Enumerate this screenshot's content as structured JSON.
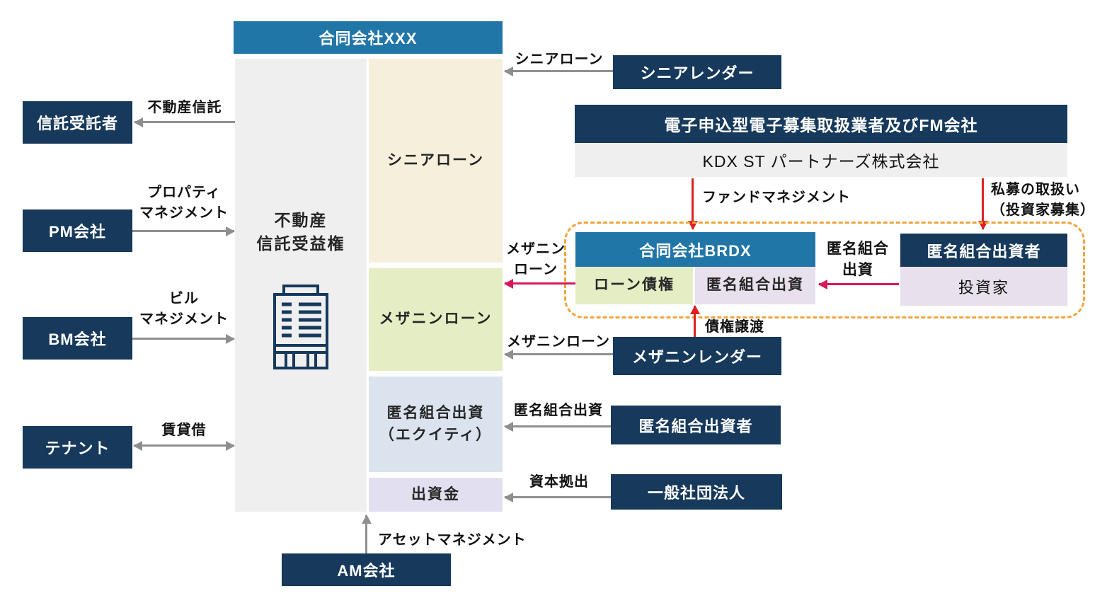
{
  "colors": {
    "teal_header": "#2176A8",
    "navy_box": "#16395C",
    "beige_senior_section": "#F5EFDC",
    "green_mezzanine_section": "#E5EDC5",
    "blue_equity_section": "#DAE3EE",
    "lavender_capital_section": "#E2E0F0",
    "lavender_tk_box": "#E8E1ED",
    "gray_panel": "#EFEFEF",
    "gray_arrow": "#8F8F8F",
    "red_arrow": "#E02020",
    "crimson_arrow": "#D6195B",
    "orange_dashed_border": "#F2A43C"
  },
  "spv": {
    "title": "合同会社XXX",
    "asset_label": "不動産\n信託受益権",
    "building_icon": "building-icon",
    "sections": {
      "senior": "シニアローン",
      "mezzanine": "メザニンローン",
      "equity": "匿名組合出資\n（エクイティ）",
      "capital": "出資金"
    }
  },
  "left_column": {
    "trustee": {
      "label": "信託受託者",
      "arrow_label": "不動産信託"
    },
    "pm": {
      "label": "PM会社",
      "arrow_label": "プロパティ\nマネジメント"
    },
    "bm": {
      "label": "BM会社",
      "arrow_label": "ビル\nマネジメント"
    },
    "tenant": {
      "label": "テナント",
      "arrow_label": "賃貸借"
    }
  },
  "right_column": {
    "senior_lender": {
      "label": "シニアレンダー",
      "arrow_label": "シニアローン"
    },
    "fm_company": {
      "header": "電子申込型電子募集取扱業者及びFM会社",
      "name": "KDX ST パートナーズ株式会社"
    },
    "fund_management_label": "ファンドマネジメント",
    "private_placement_label": "私募の取扱い\n（投資家募集）",
    "brdx": {
      "header": "合同会社BRDX",
      "loan_claim": "ローン債権",
      "tk_investment": "匿名組合出資"
    },
    "tk_investor_group": {
      "header": "匿名組合出資者",
      "body": "投資家"
    },
    "tk_investment_arrow_label": "匿名組合\n出資",
    "mezzanine_loan_arrow_label": "メザニン\nローン",
    "debt_assignment_label": "債権譲渡",
    "mezzanine_lender": {
      "label": "メザニンレンダー",
      "arrow_label": "メザニンローン"
    },
    "tk_investor": {
      "label": "匿名組合出資者",
      "arrow_label": "匿名組合出資"
    },
    "general_association": {
      "label": "一般社団法人",
      "arrow_label": "資本拠出"
    }
  },
  "bottom": {
    "am_company": {
      "label": "AM会社",
      "arrow_label": "アセットマネジメント"
    }
  }
}
